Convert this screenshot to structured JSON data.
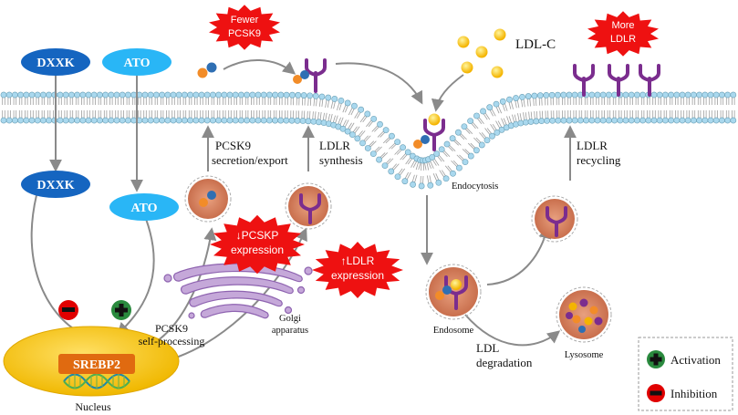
{
  "molecules": {
    "dxxk_top": "DXXK",
    "ato_top": "ATO",
    "dxxk_bottom": "DXXK",
    "ato_bottom": "ATO",
    "srebp2": "SREBP2"
  },
  "bursts": {
    "fewer_pcsk9": [
      "Fewer",
      "PCSK9"
    ],
    "more_ldlr": [
      "More",
      "LDLR"
    ],
    "pcskp_expression": [
      "↓PCSKP",
      "expression"
    ],
    "ldlr_expression": [
      "↑LDLR",
      "expression"
    ]
  },
  "labels": {
    "ldl_c": "LDL-C",
    "pcsk9_secretion": [
      "PCSK9",
      "secretion/export"
    ],
    "ldlr_synthesis": [
      "LDLR",
      "synthesis"
    ],
    "endocytosis": "Endocytosis",
    "ldlr_recycling": [
      "LDLR",
      "recycling"
    ],
    "pcsk9_self_processing": [
      "PCSK9",
      "self-processing"
    ],
    "golgi": [
      "Golgi",
      "apparatus"
    ],
    "endosome": "Endosome",
    "ldl_degradation": [
      "LDL",
      "degradation"
    ],
    "lysosome": "Lysosome",
    "nucleus": "Nucleus"
  },
  "legend": {
    "activation": "Activation",
    "inhibition": "Inhibition"
  },
  "colors": {
    "dark_blue": "#1565c0",
    "light_blue": "#29b6f6",
    "burst_red": "#ee1111",
    "ldlr_purple": "#7b2d8e",
    "vesicle": "#d98865",
    "membrane_head": "#a9d8ee",
    "nucleus": "#f4c430",
    "srebp2": "#e06a10",
    "activation": "#2a8a3e",
    "inhibition": "#e00000",
    "arrow": "#8a8a8a"
  }
}
